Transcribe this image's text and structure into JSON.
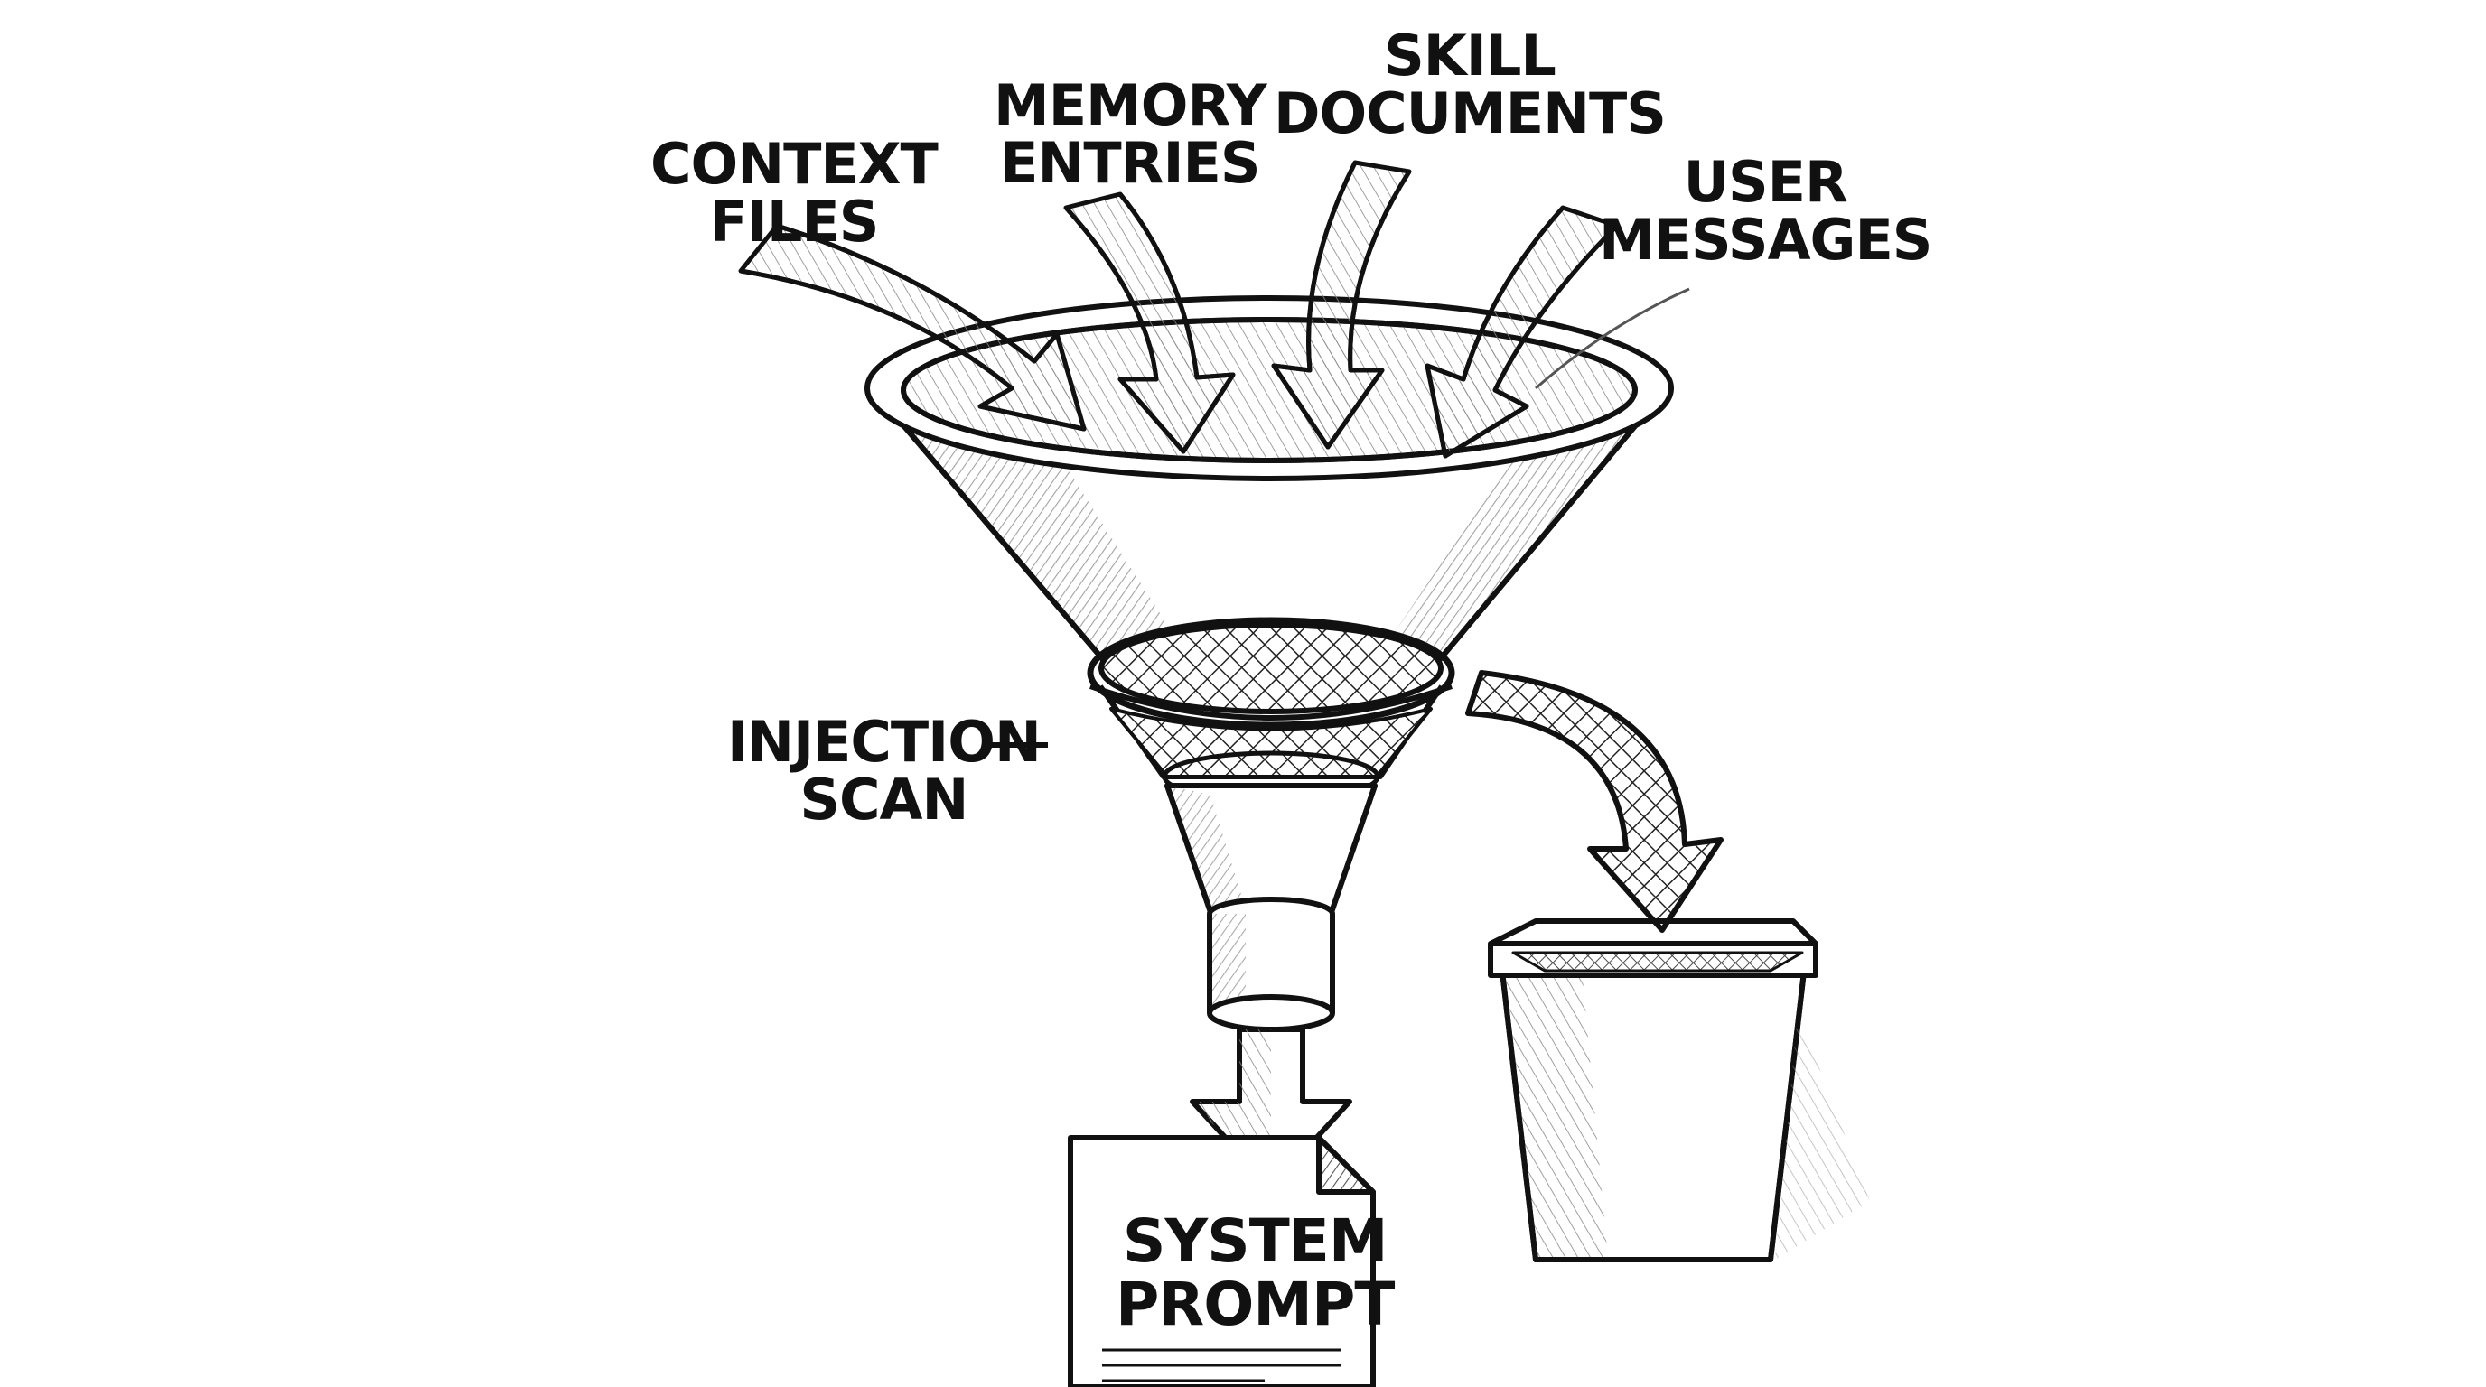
{
  "labels": {
    "context_files": [
      "CONTEXT",
      "FILES"
    ],
    "memory_entries": [
      "MEMORY",
      "ENTRIES"
    ],
    "skill_documents": [
      "SKILL",
      "DOCUMENTS"
    ],
    "user_messages": [
      "USER",
      "MESSAGES"
    ],
    "injection_scan": [
      "INJECTION",
      "SCAN"
    ],
    "system_prompt": [
      "SYSTEM",
      "PROMPT"
    ]
  },
  "colors": {
    "ink": "#111111",
    "paper": "#ffffff",
    "hatch": "#6a6a6a"
  },
  "icons": [
    "funnel-icon",
    "mesh-filter-icon",
    "trash-bin-icon",
    "document-icon",
    "arrow-icon"
  ]
}
